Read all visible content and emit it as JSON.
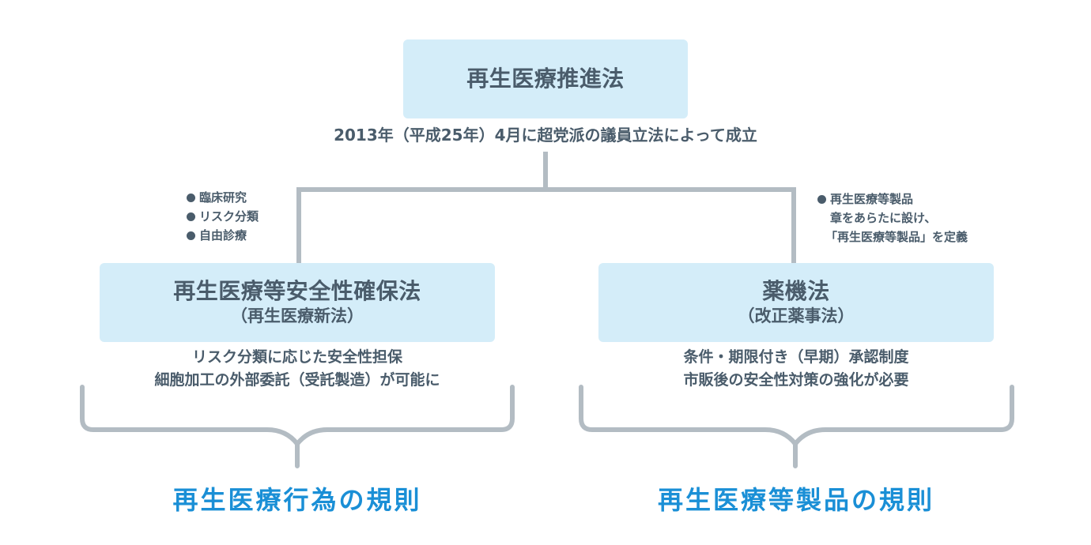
{
  "colors": {
    "box_fill": "#d4edf9",
    "text": "#4a5c6b",
    "connector": "#b3bcc3",
    "accent_blue": "#1a8fd6"
  },
  "top": {
    "title": "再生医療推進法",
    "caption": "2013年（平成25年）4月に超党派の議員立法によって成立"
  },
  "left": {
    "notes": [
      "臨床研究",
      "リスク分類",
      "自由診療"
    ],
    "title": "再生医療等安全性確保法",
    "subtitle": "（再生医療新法）",
    "desc": [
      "リスク分類に応じた安全性担保",
      "細胞加工の外部委託（受託製造）が可能に"
    ],
    "result": "再生医療行為の規則"
  },
  "right": {
    "notes": [
      "再生医療等製品",
      "章をあらたに設け、",
      "「再生医療等製品」を定義"
    ],
    "title": "薬機法",
    "subtitle": "（改正薬事法）",
    "desc": [
      "条件・期限付き（早期）承認制度",
      "市販後の安全性対策の強化が必要"
    ],
    "result": "再生医療等製品の規則"
  }
}
